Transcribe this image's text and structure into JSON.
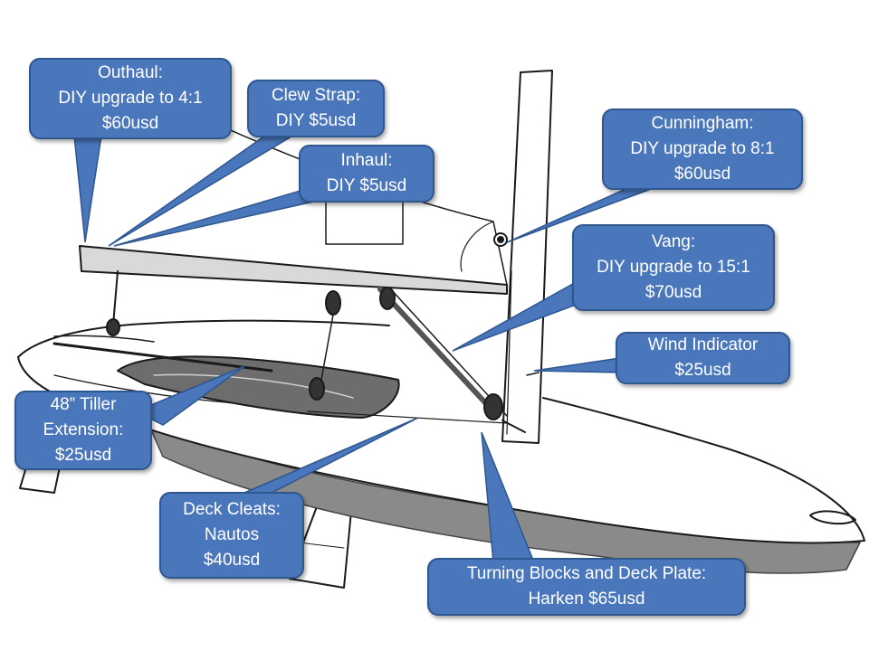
{
  "colors": {
    "callout_fill": "#4a77bb",
    "callout_border": "#2e568f",
    "callout_text": "#ffffff",
    "sketch_line": "#1a1a1a",
    "hull_shadow": "#7a7a7a"
  },
  "callouts": {
    "outhaul": {
      "title": "Outhaul:",
      "line2": "DIY upgrade to 4:1",
      "price": "$60usd"
    },
    "clew_strap": {
      "title": "Clew Strap:",
      "price": "DIY $5usd"
    },
    "inhaul": {
      "title": "Inhaul:",
      "price": "DIY $5usd"
    },
    "cunningham": {
      "title": "Cunningham:",
      "line2": "DIY upgrade to 8:1",
      "price": "$60usd"
    },
    "vang": {
      "title": "Vang:",
      "line2": "DIY upgrade to 15:1",
      "price": "$70usd"
    },
    "wind_indicator": {
      "title": "Wind Indicator",
      "price": "$25usd"
    },
    "tiller_extension": {
      "title": "48” Tiller",
      "line2": "Extension:",
      "price": "$25usd"
    },
    "deck_cleats": {
      "title": "Deck Cleats:",
      "line2": "Nautos",
      "price": "$40usd"
    },
    "turning_blocks": {
      "title": "Turning Blocks and Deck Plate:",
      "price": "Harken $65usd"
    }
  }
}
